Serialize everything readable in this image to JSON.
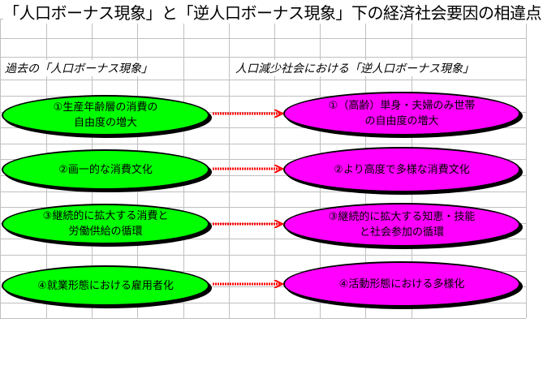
{
  "title": "「人口ボーナス現象」と「逆人口ボーナス現象」下の経済社会要因の相違点",
  "left_heading": "過去の「人口ボーナス現象」",
  "right_heading": "人口減少社会における「逆人口ボーナス現象」",
  "past_factors": [
    "①生産年齢層の消費の\n自由度の増大",
    "②画一的な消費文化",
    "③継続的に拡大する消費と\n労働供給の循環",
    "④就業形態における雇用者化"
  ],
  "future_factors": [
    "①（高齢）単身・夫婦のみ世帯\nの自由度の増大",
    "②より高度で多様な消費文化",
    "③継続的に拡大する知恵・技能\nと社会参加の循環",
    "④活動形態における多様化"
  ],
  "colors": {
    "past": "#00ff00",
    "future": "#ff00ff",
    "arrow": "#ff0000"
  }
}
